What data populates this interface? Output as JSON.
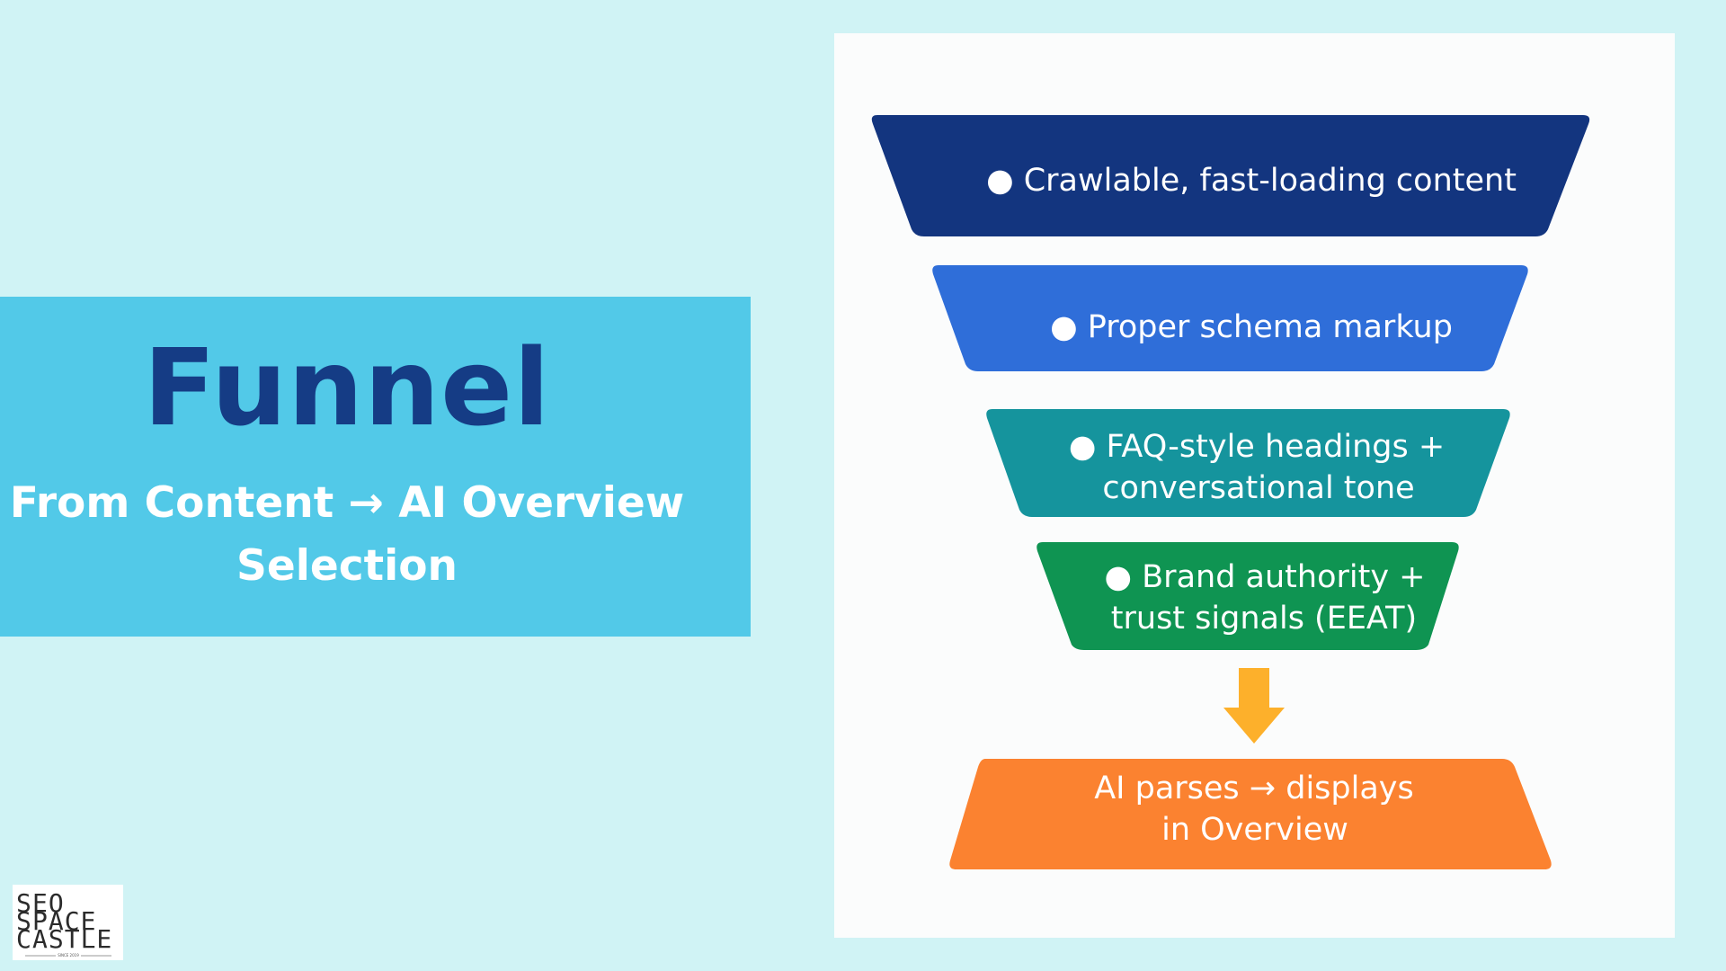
{
  "title": {
    "heading": "Funnel",
    "subtitle_line1": "From Content → AI Overview",
    "subtitle_line2": "Selection"
  },
  "funnel": {
    "stages": [
      {
        "lines": [
          "● Crawlable, fast-loading content"
        ],
        "color": "#13357f"
      },
      {
        "lines": [
          "● Proper schema markup"
        ],
        "color": "#2f6ed9"
      },
      {
        "lines": [
          "● FAQ-style headings +",
          "conversational tone"
        ],
        "color": "#15949d"
      },
      {
        "lines": [
          "● Brand authority +",
          "trust signals (EEAT)"
        ],
        "color": "#0f9452"
      }
    ],
    "arrow": {
      "icon": "arrow-down-icon",
      "color": "#fdb02b"
    },
    "result": {
      "lines": [
        "AI parses → displays",
        "in Overview"
      ],
      "color": "#fb8230"
    }
  },
  "logo": {
    "letters": [
      "S",
      "EO",
      "S",
      "PACE",
      "C",
      "ASTLE"
    ],
    "tagline": "SINCE 2019",
    "accent_color": "#e05a47"
  },
  "colors": {
    "background": "#d0f3f5",
    "title_panel": "#52c9e8",
    "heading": "#153c85",
    "subtitle": "#ffffff"
  }
}
